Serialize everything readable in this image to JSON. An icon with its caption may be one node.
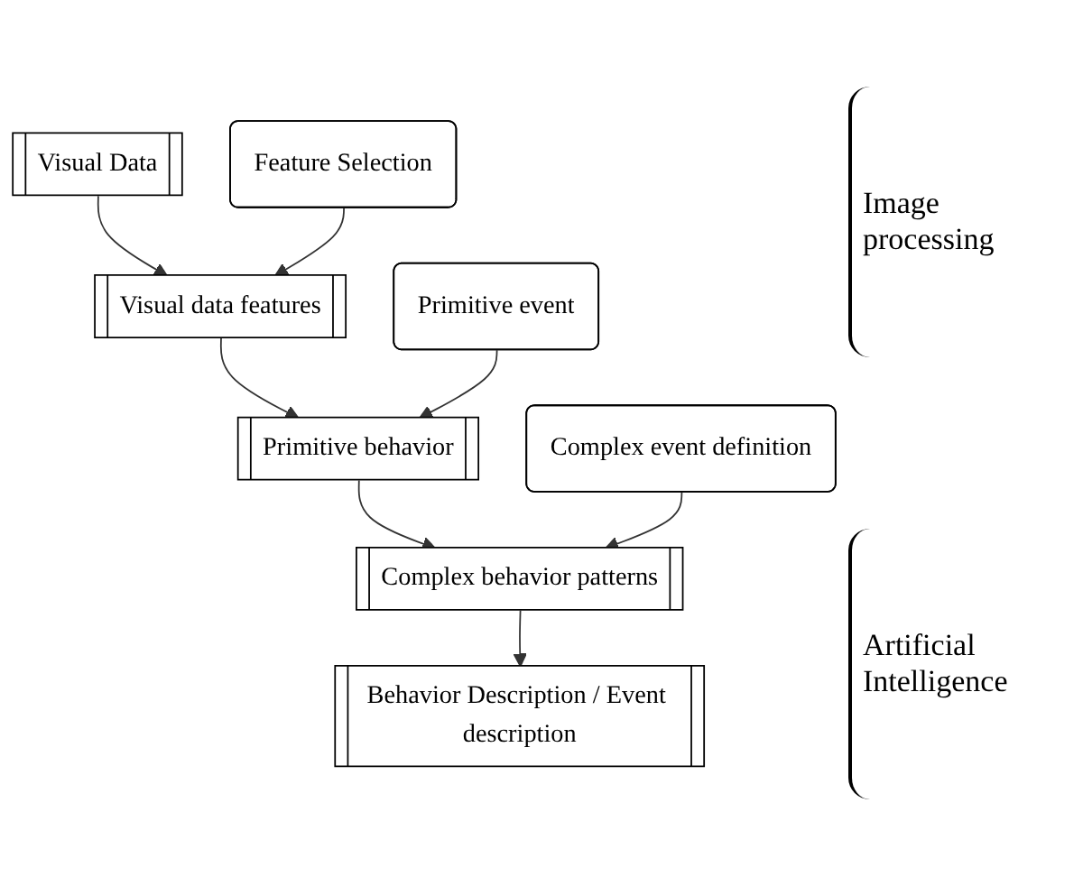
{
  "diagram": {
    "nodes": [
      {
        "text": [
          "Visual Data"
        ]
      },
      {
        "text": [
          "Feature Selection"
        ]
      },
      {
        "text": [
          "Visual data features"
        ]
      },
      {
        "text": [
          "Primitive event"
        ]
      },
      {
        "text": [
          "Primitive behavior"
        ]
      },
      {
        "text": [
          "Complex event definition"
        ]
      },
      {
        "text": [
          "Complex behavior patterns"
        ]
      },
      {
        "text": [
          "Behavior Description / Event description"
        ]
      }
    ],
    "edges": [
      {
        "from": 0,
        "to": 2,
        "arrow": "to"
      },
      {
        "from": 1,
        "to": 2,
        "arrow": "to"
      },
      {
        "from": 2,
        "to": 4,
        "arrow": "to"
      },
      {
        "from": 3,
        "to": 4,
        "arrow": "to"
      },
      {
        "from": 4,
        "to": 6,
        "arrow": "to"
      },
      {
        "from": 5,
        "to": 6,
        "arrow": "to"
      },
      {
        "from": 6,
        "to": 7,
        "arrow": "to"
      }
    ],
    "labels": [
      "Image processing",
      "Artificial Intelligence"
    ]
  }
}
